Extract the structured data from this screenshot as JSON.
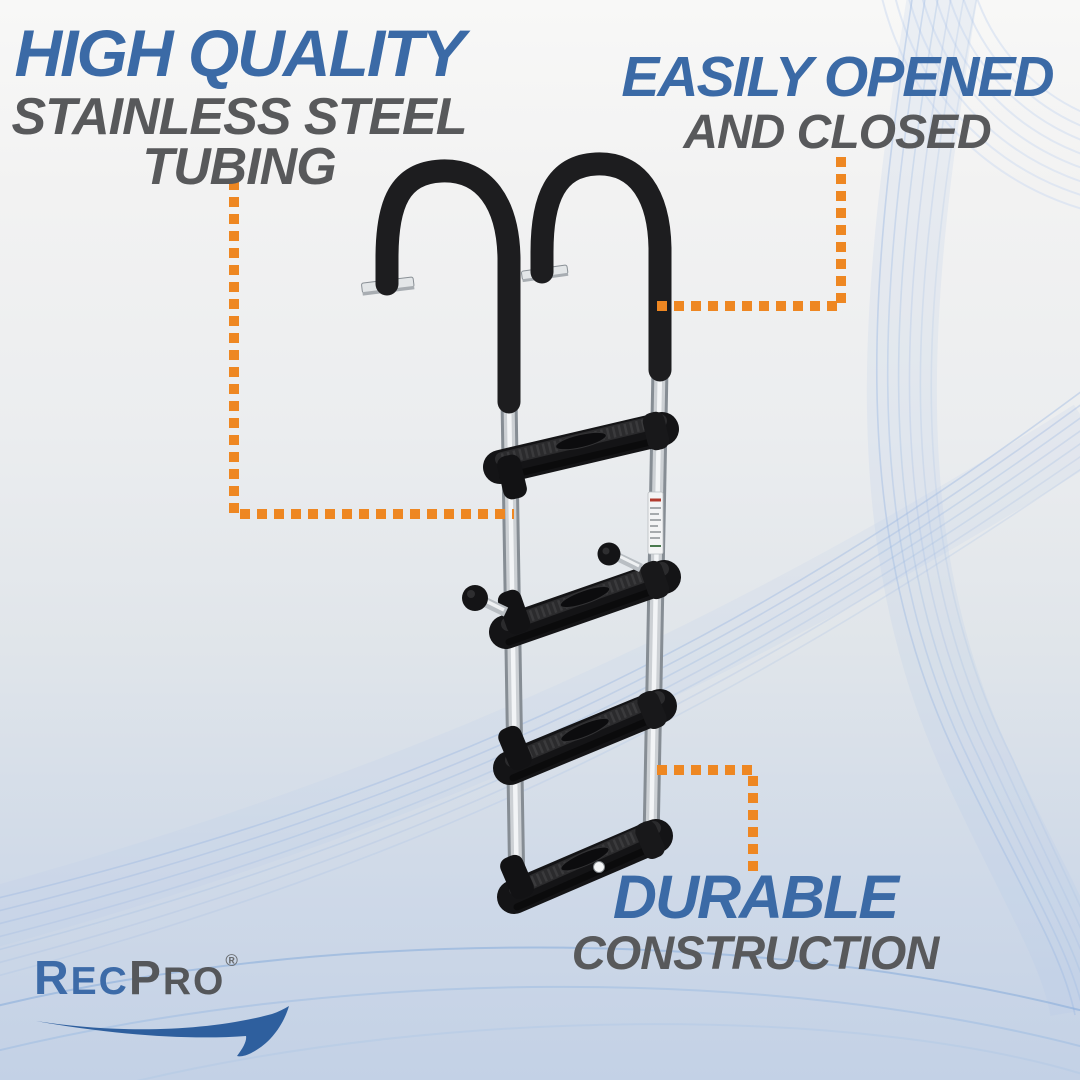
{
  "callouts": {
    "top_left": {
      "heading": "HIGH QUALITY",
      "sub1": "STAINLESS STEEL",
      "sub2": "TUBING"
    },
    "top_right": {
      "heading": "EASILY OPENED",
      "sub": "AND CLOSED"
    },
    "bottom_right": {
      "heading": "DURABLE",
      "sub": "CONSTRUCTION"
    }
  },
  "logo": {
    "r": "R",
    "ec": "EC",
    "p": "P",
    "ro": "RO",
    "registered": "®"
  },
  "colors": {
    "heading_blue": "#3b6aa6",
    "text_gray": "#58595b",
    "callout_orange": "#ee8722",
    "logo_blue": "#3d6ba8",
    "logo_gray": "#55575a"
  }
}
